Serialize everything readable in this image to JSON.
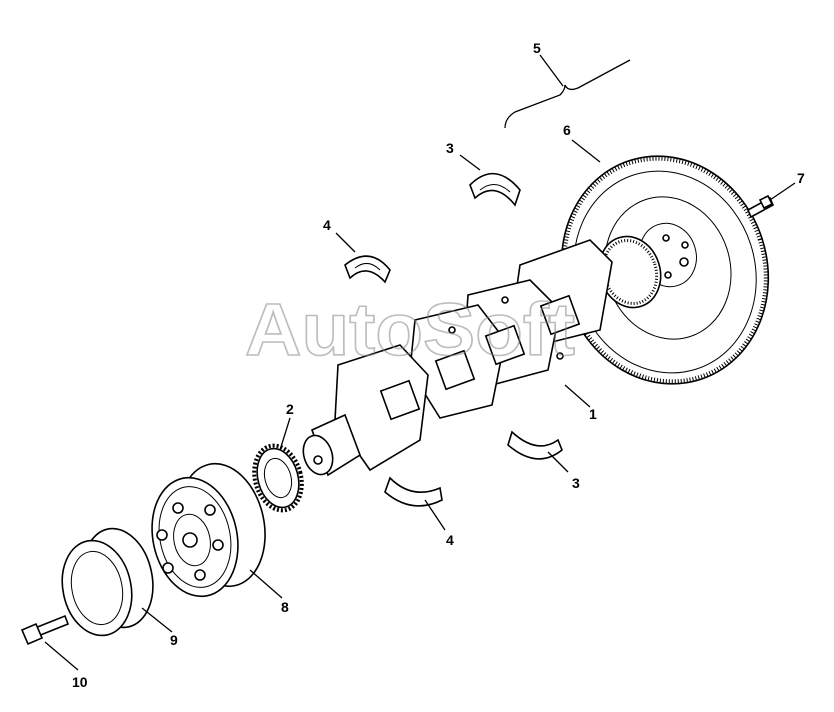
{
  "diagram": {
    "watermark": "AutoSoft",
    "callouts": {
      "c1": "1",
      "c2": "2",
      "c3a": "3",
      "c3b": "3",
      "c4a": "4",
      "c4b": "4",
      "c5": "5",
      "c6": "6",
      "c7": "7",
      "c8": "8",
      "c9": "9",
      "c10": "10"
    }
  }
}
